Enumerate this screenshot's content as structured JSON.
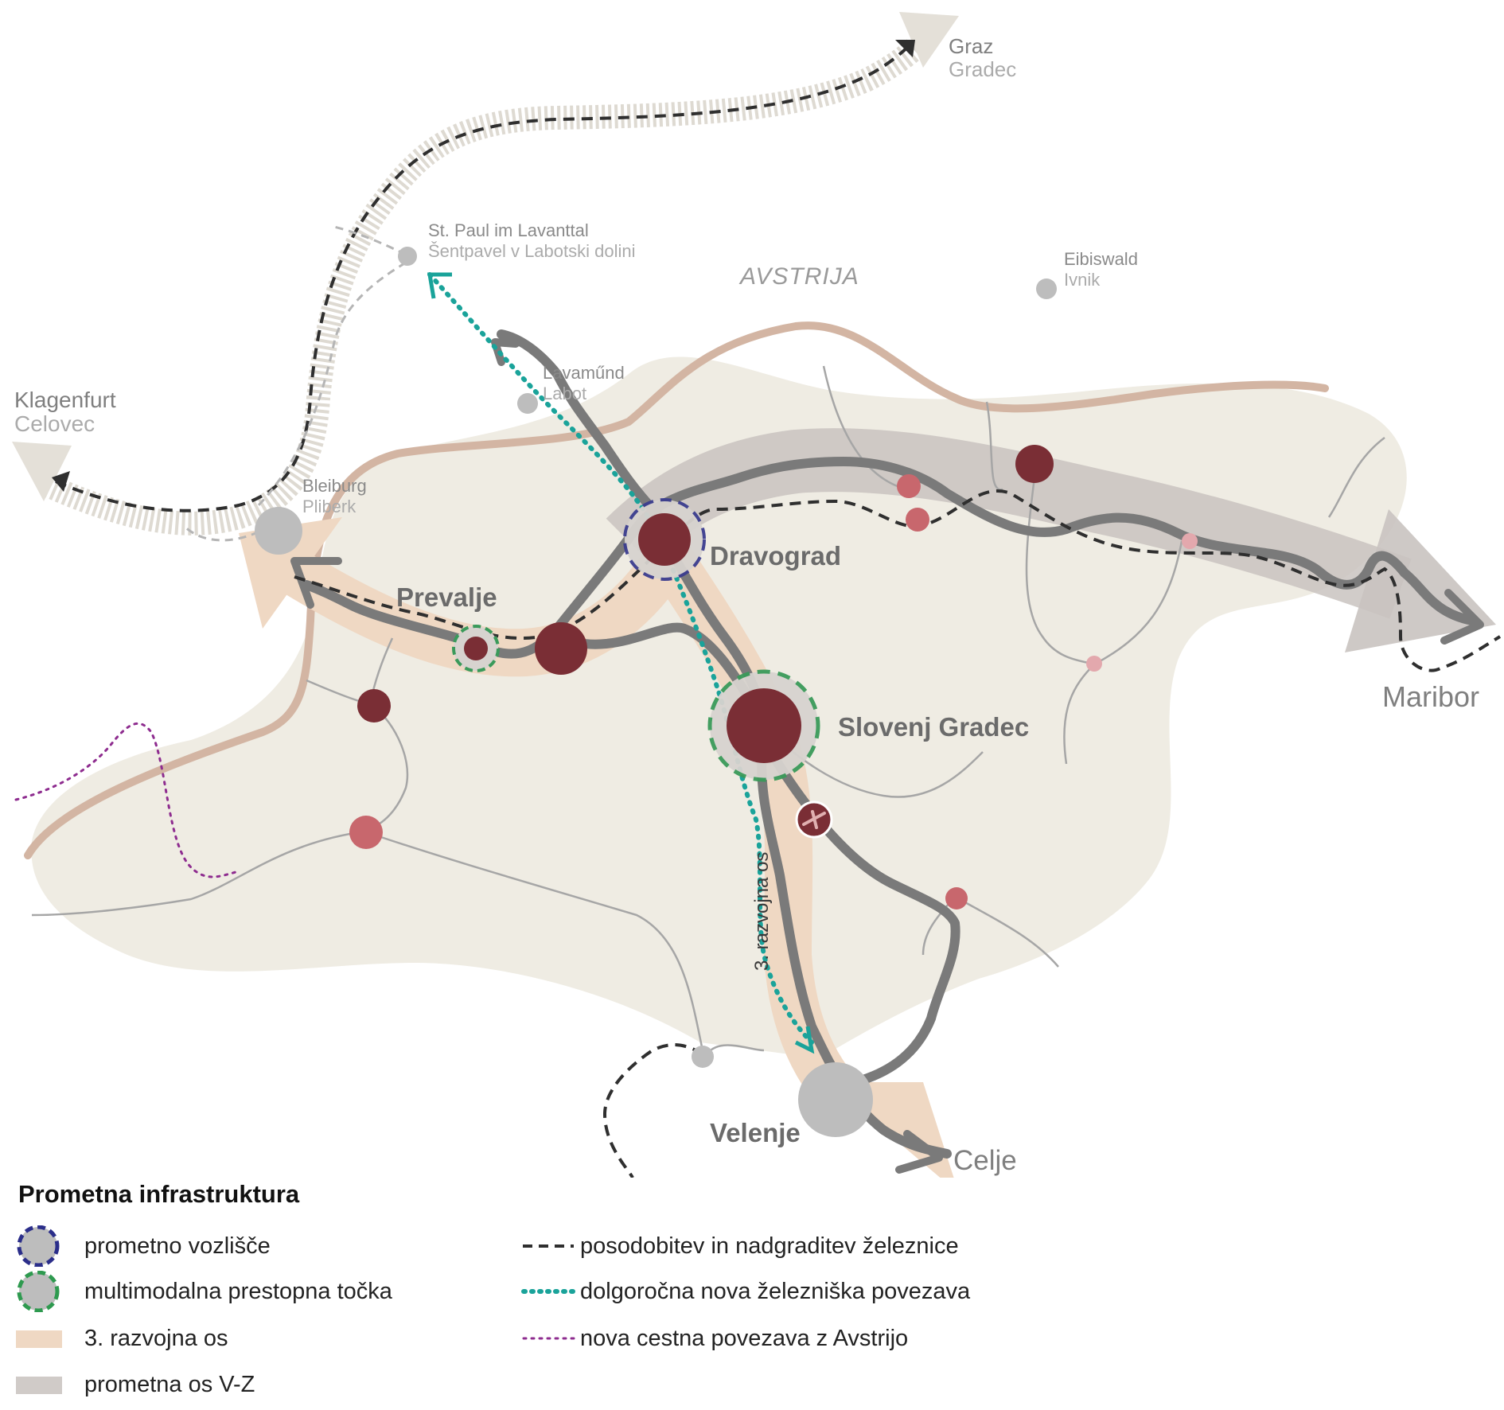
{
  "map": {
    "country_label": "AVSTRIJA",
    "towns": {
      "dravograd": "Dravograd",
      "prevalje": "Prevalje",
      "slovenj_gradec": "Slovenj Gradec",
      "velenje": "Velenje"
    },
    "external": {
      "graz_1": "Graz",
      "graz_2": "Gradec",
      "klagenfurt_1": "Klagenfurt",
      "klagenfurt_2": "Celovec",
      "maribor": "Maribor",
      "celje": "Celje"
    },
    "border_towns": {
      "st_paul_1": "St. Paul im Lavanttal",
      "st_paul_2": "Šentpavel v Labotski dolini",
      "lavamund_1": "Lavaműnd",
      "lavamund_2": "Labot",
      "bleiburg_1": "Bleiburg",
      "bleiburg_2": "Pliberk",
      "eibiswald_1": "Eibiswald",
      "eibiswald_2": "Ivnik"
    },
    "axis_label": "3. razvojna os",
    "colors": {
      "region": "#efece3",
      "border": "#d3b5a3",
      "axis3": "#efd8c3",
      "axis_vz": "#c9c3c0",
      "road": "#7a7a7a",
      "node_major": "#7a2e35",
      "node_minor": "#c8676d",
      "external_node": "#bdbdbd",
      "teal": "#1aa39a",
      "purple": "#8e2c8f"
    }
  },
  "legend": {
    "title": "Prometna infrastruktura",
    "items": [
      {
        "label": "prometno vozlišče",
        "symbol": "node-hub-icon"
      },
      {
        "label": "multimodalna prestopna točka",
        "symbol": "multimodal-point-icon"
      },
      {
        "label": "3. razvojna os",
        "symbol": "axis3-swatch-icon"
      },
      {
        "label": "prometna os V-Z",
        "symbol": "axis-vz-swatch-icon"
      },
      {
        "label": "posodobitev in nadgraditev železnice",
        "symbol": "dashed-rail-icon"
      },
      {
        "label": "dolgoročna nova železniška povezava",
        "symbol": "dotted-teal-icon"
      },
      {
        "label": "nova cestna povezava z Avstrijo",
        "symbol": "dotted-purple-icon"
      }
    ]
  }
}
